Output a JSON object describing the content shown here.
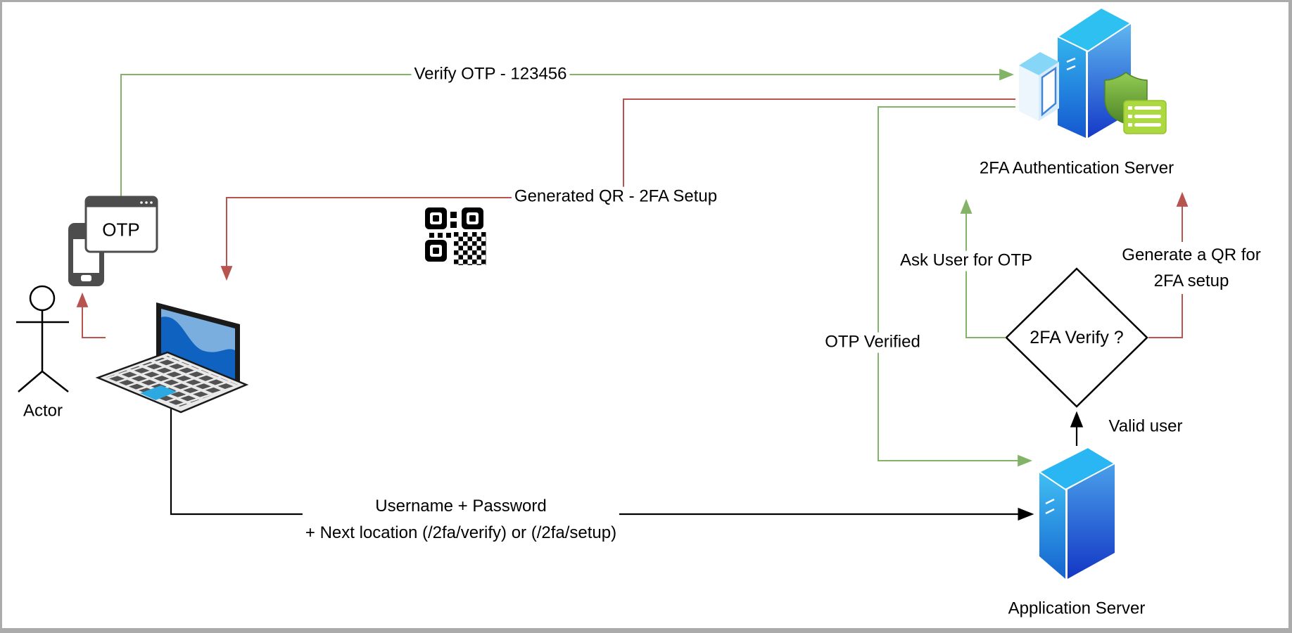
{
  "window": {
    "frame_color": "#ababab",
    "background": "#ffffff"
  },
  "diagram": {
    "nodes": {
      "actor": {
        "label": "Actor"
      },
      "phone_browser": {
        "title": "OTP"
      },
      "auth_server": {
        "label": "2FA Authentication Server"
      },
      "app_server": {
        "label": "Application Server"
      },
      "decision": {
        "label": "2FA Verify ?"
      }
    },
    "edges": {
      "verify_otp": {
        "label": "Verify OTP - 123456",
        "color": "#82b366"
      },
      "generated_qr": {
        "label": "Generated QR - 2FA Setup",
        "color": "#b85450"
      },
      "credentials": {
        "label_line1": "Username + Password",
        "label_line2": "+ Next location (/2fa/verify) or (/2fa/setup)",
        "color": "#000000"
      },
      "otp_verified": {
        "label": "OTP Verified",
        "color": "#82b366"
      },
      "ask_user_for_otp": {
        "label": "Ask User for OTP",
        "color": "#82b366"
      },
      "generate_qr": {
        "label_line1": "Generate a QR for",
        "label_line2": "2FA setup",
        "color": "#b85450"
      },
      "valid_user": {
        "label": "Valid user",
        "color": "#000000"
      }
    },
    "icons": {
      "actor": "actor-icon",
      "smartphone": "smartphone-icon",
      "browser_window": "browser-window-icon",
      "laptop": "laptop-icon",
      "qr_code": "qr-code-icon",
      "auth_server": "server-tower-icon",
      "shield": "security-shield-icon",
      "policy_list": "policy-list-icon",
      "app_server": "server-box-icon"
    },
    "colors": {
      "edge_green": "#82b366",
      "edge_red": "#b85450",
      "edge_black": "#000000",
      "server_blue_light": "#35c1f1",
      "server_blue_dark": "#1539c8",
      "shield_green": "#6fa93c",
      "document_lime": "#abd93f",
      "frame_gray": "#ababab"
    }
  }
}
